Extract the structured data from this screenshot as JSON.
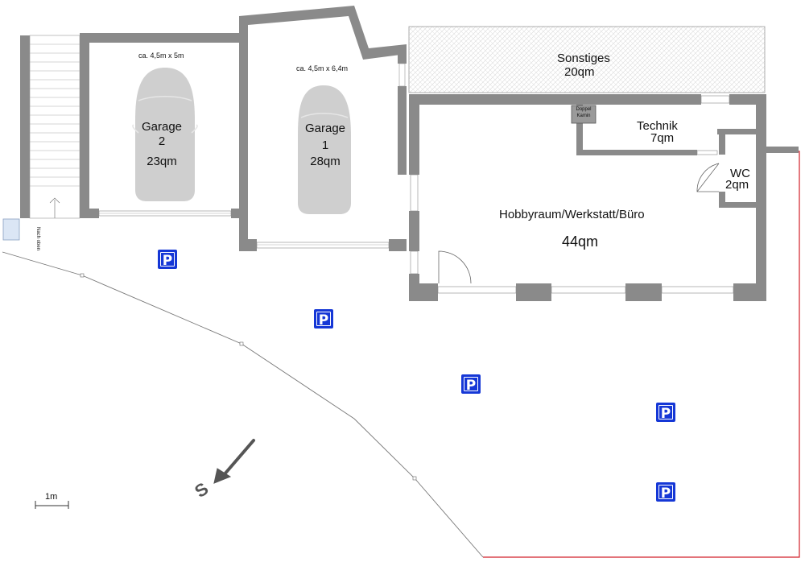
{
  "rooms": {
    "garage2": {
      "dim": "ca. 4,5m x 5m",
      "name": "Garage",
      "number": "2",
      "area": "23qm"
    },
    "garage1": {
      "dim": "ca. 4,5m x 6,4m",
      "name": "Garage",
      "number": "1",
      "area": "28qm"
    },
    "sonstiges": {
      "name": "Sonstiges",
      "area": "20qm"
    },
    "technik": {
      "name": "Technik",
      "area": "7qm"
    },
    "wc": {
      "name": "WC",
      "area": "2qm"
    },
    "hobby": {
      "name": "Hobbyraum/Werkstatt/Büro",
      "area": "44qm"
    },
    "kamin": {
      "line1": "Doppel",
      "line2": "Kamin"
    }
  },
  "stairs_note": "Nach oben",
  "compass": {
    "label": "S"
  },
  "scale": {
    "label": "1m"
  },
  "parking": {
    "symbol": "P",
    "count": 5
  },
  "colors": {
    "wall": "#8a8a8a",
    "car": "#cfcfcf",
    "parking": "#1537d6",
    "boundary": "#d2202a"
  }
}
